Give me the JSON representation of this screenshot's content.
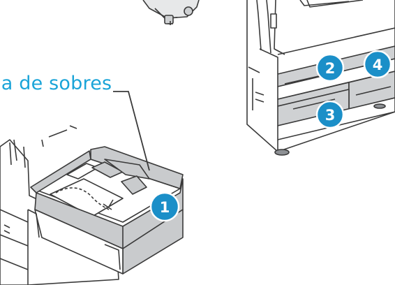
{
  "figure": {
    "callout_label": "ja de sobres"
  },
  "badges": [
    {
      "number": "1"
    },
    {
      "number": "2"
    },
    {
      "number": "3"
    },
    {
      "number": "4"
    }
  ],
  "colors": {
    "accent": "#1aa4d8",
    "badge": "#1b8fc8",
    "tray": "#c9cbcd",
    "tray_dark": "#8d9094",
    "outline": "#3a3a3a"
  }
}
